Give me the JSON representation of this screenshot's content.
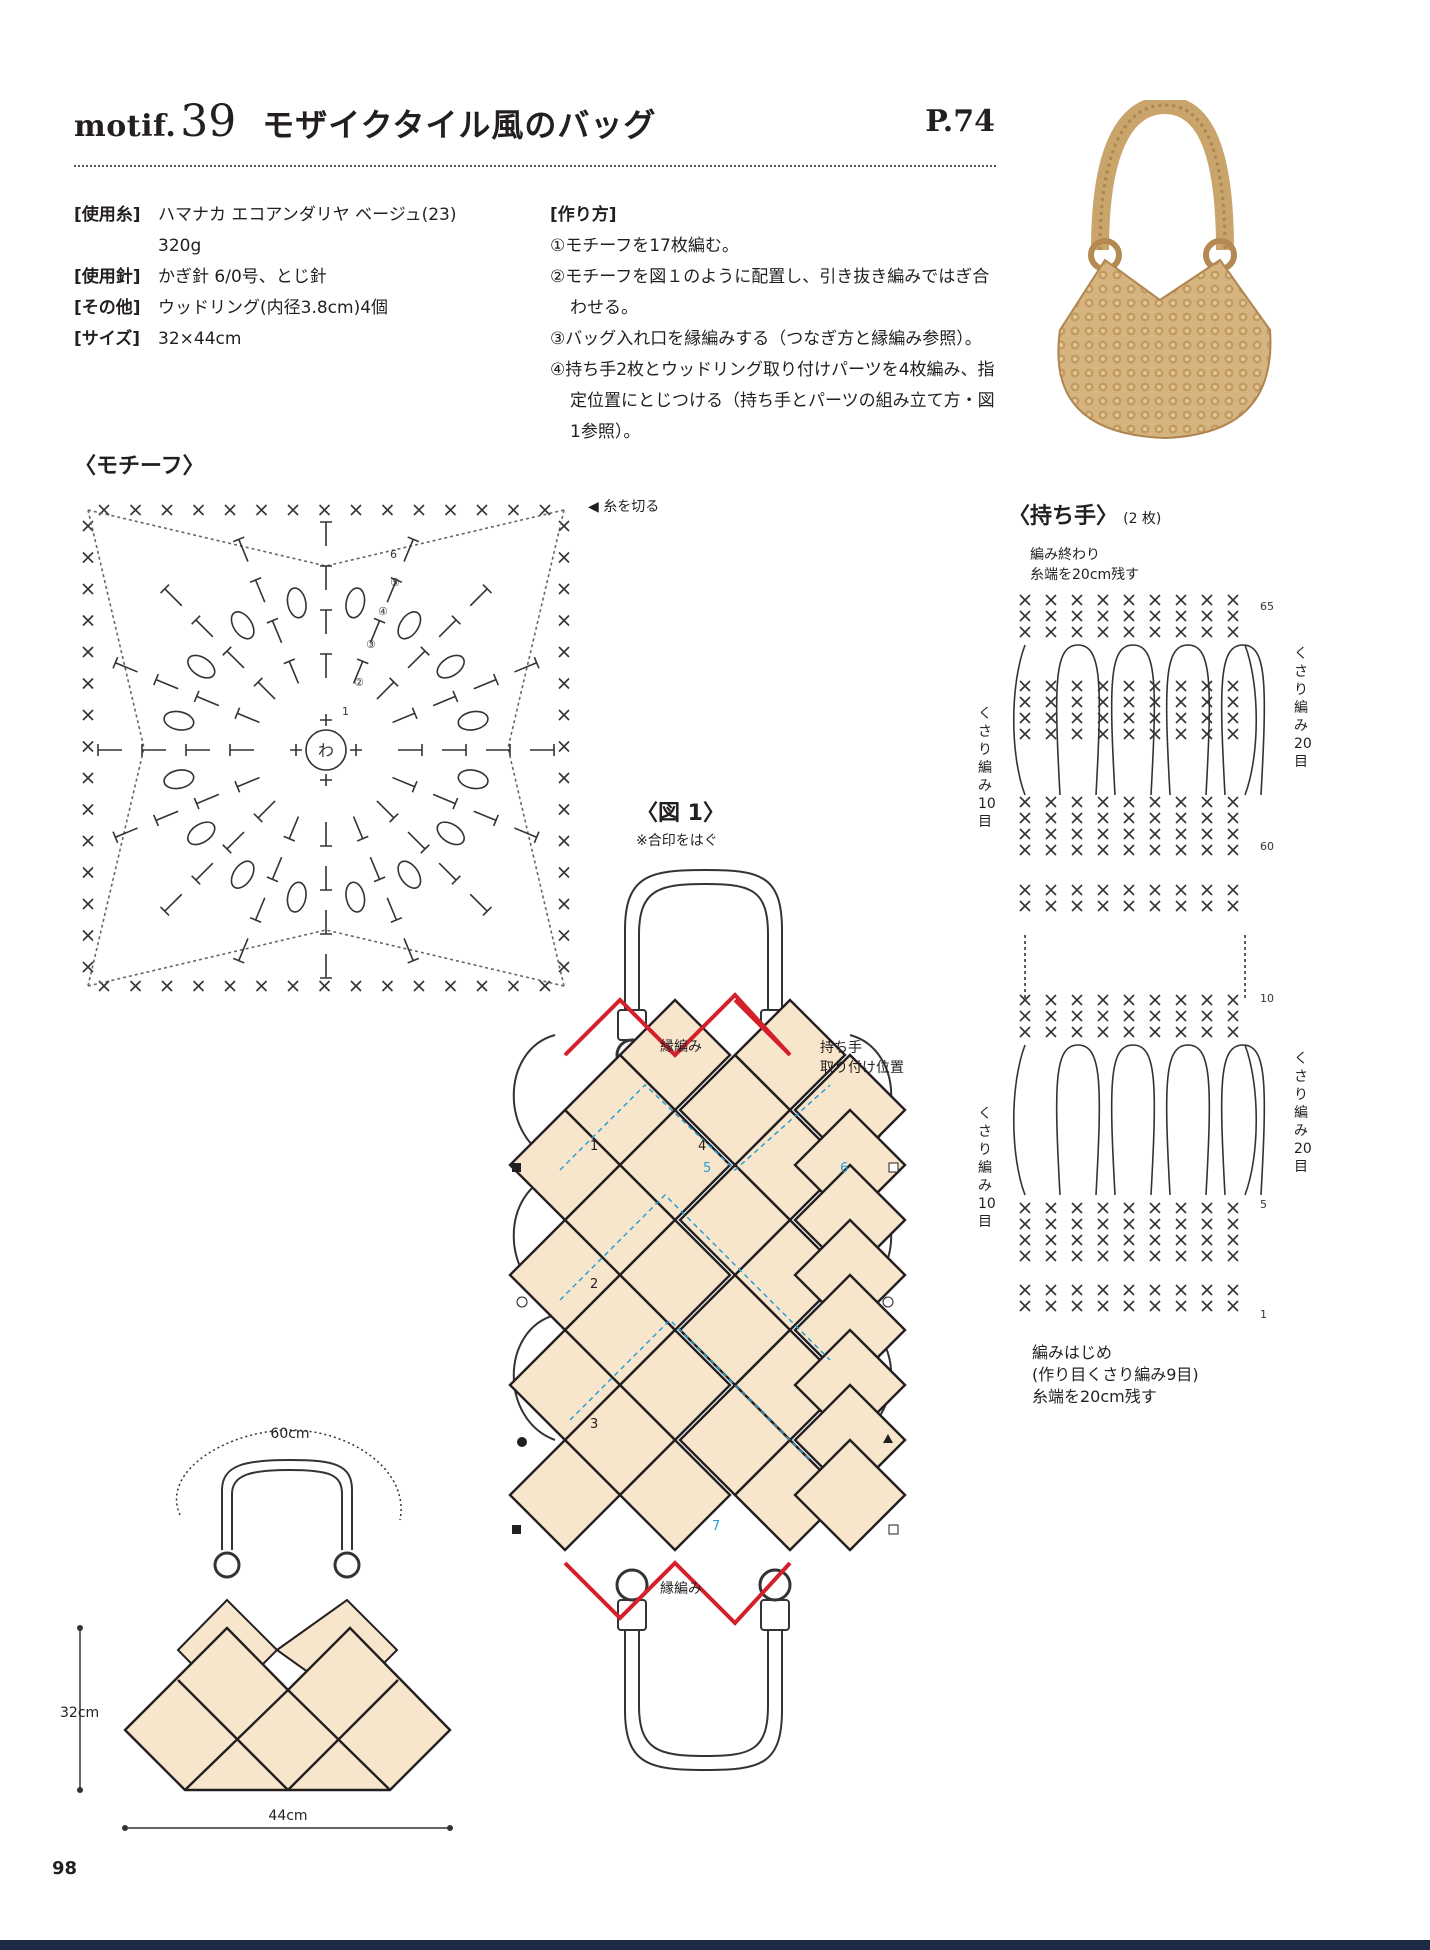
{
  "header": {
    "motif_label": "motif.",
    "motif_number": "39",
    "title": "モザイクタイル風のバッグ",
    "page_ref": "P.74"
  },
  "specs": [
    {
      "key": "[使用糸]",
      "value": "ハマナカ エコアンダリヤ ベージュ(23)",
      "value2": "320g"
    },
    {
      "key": "[使用針]",
      "value": "かぎ針 6/0号、とじ針"
    },
    {
      "key": "[その他]",
      "value": "ウッドリング(内径3.8cm)4個"
    },
    {
      "key": "[サイズ]",
      "value": "32×44cm"
    }
  ],
  "instructions": {
    "heading": "[作り方]",
    "steps": [
      "①モチーフを17枚編む。",
      "②モチーフを図１のように配置し、引き抜き編みではぎ合わせる。",
      "③バッグ入れ口を縁編みする（つなぎ方と縁編み参照）。",
      "④持ち手2枚とウッドリング取り付けパーツを4枚編み、指定位置にとじつける（持ち手とパーツの組み立て方・図1参照）。"
    ]
  },
  "motif_chart": {
    "title": "〈モチーフ〉",
    "cut_yarn": "◀ 糸を切る",
    "center": "わ",
    "rounds": [
      "①",
      "②",
      "③",
      "④",
      "⑤"
    ]
  },
  "figure1": {
    "title": "〈図 1〉",
    "note": "※合印をはぐ",
    "handle_position_1": "持ち手",
    "handle_position_2": "取り付け位置",
    "edging_top": "縁編み",
    "edging_bottom": "縁編み",
    "numbers_black": [
      "1",
      "2",
      "3",
      "4"
    ],
    "numbers_blue": [
      "5",
      "6",
      "7"
    ]
  },
  "handle": {
    "title": "〈持ち手〉",
    "count": "(2 枚)",
    "end_note_1": "編み終わり",
    "end_note_2": "糸端を20cm残す",
    "chain20": "くさり編み20目",
    "chain10": "くさり編み10目",
    "row_labels": [
      "65",
      "60",
      "10",
      "5",
      "1"
    ],
    "start_note_1": "編みはじめ",
    "start_note_2": "(作り目くさり編み9目)",
    "start_note_3": "糸端を20cm残す"
  },
  "dimensions": {
    "handle_length": "60cm",
    "height": "32cm",
    "width": "44cm"
  },
  "page_number": "98",
  "colors": {
    "tile_fill": "#f8e6cc",
    "edge_red": "#d4202a",
    "seam_blue": "#2a9fd6",
    "photo_bag": "#d4b27e"
  }
}
